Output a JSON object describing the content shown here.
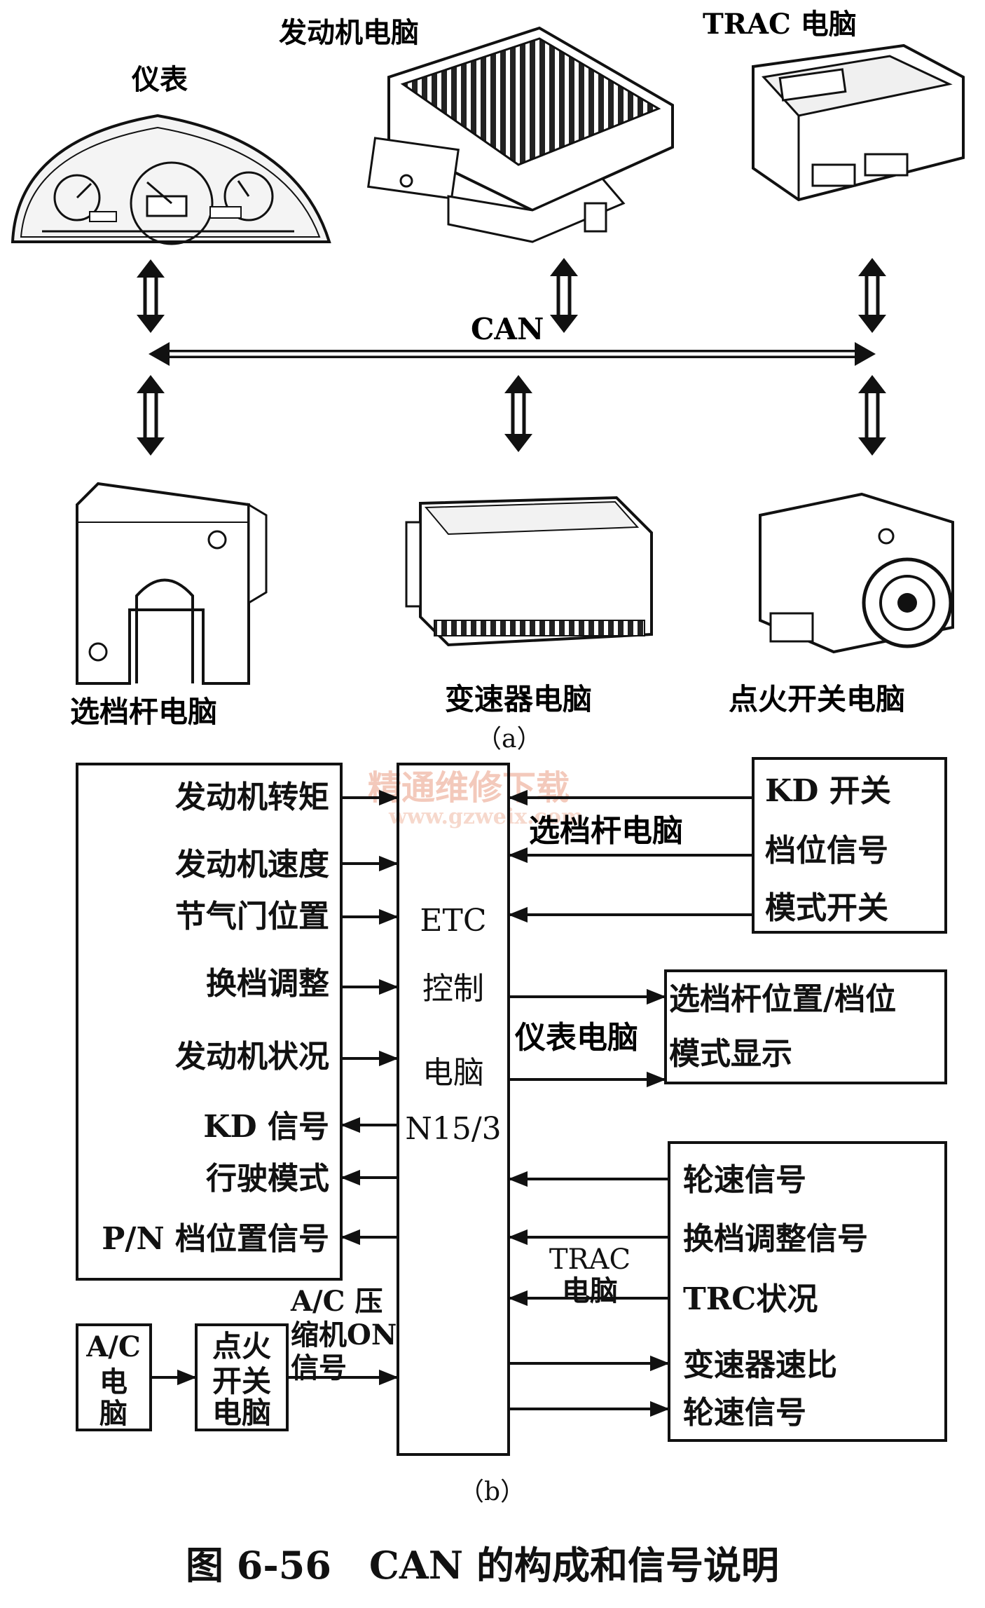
{
  "part_a": {
    "caption": "（a）",
    "bus_label": "CAN",
    "devices": {
      "instrument": "仪表",
      "engine_ecu": "发动机电脑",
      "trac_ecu": "TRAC 电脑",
      "shift_lever_ecu": "选档杆电脑",
      "transmission_ecu": "变速器电脑",
      "ignition_switch_ecu": "点火开关电脑"
    }
  },
  "part_b": {
    "caption": "（b）",
    "etc_ecu_lines": [
      "ETC",
      "控制",
      "电脑",
      "N15/3"
    ],
    "engine_signals": [
      "发动机转矩",
      "发动机速度",
      "节气门位置",
      "换档调整",
      "发动机状况",
      "KD 信号",
      "行驶模式",
      "P/N 档位置信号"
    ],
    "shift_lever_label": "选档杆电脑",
    "shift_lever_signals": [
      "KD 开关",
      "档位信号",
      "模式开关"
    ],
    "instrument_label": "仪表电脑",
    "instrument_signals": [
      "选档杆位置/档位",
      "模式显示"
    ],
    "trac_label_lines": [
      "TRAC",
      "电脑"
    ],
    "trac_signals": [
      "轮速信号",
      "换档调整信号",
      "TRC状况",
      "变速器速比",
      "轮速信号"
    ],
    "ac_ecu_lines": [
      "A/C",
      "电",
      "脑"
    ],
    "ignition_ecu_lines": [
      "点火",
      "开关",
      "电脑"
    ],
    "ac_signal_lines": [
      "A/C 压",
      "缩机ON",
      "信号"
    ]
  },
  "watermark": {
    "line1": "精通维修下载",
    "line2": "www.gzweix.com"
  },
  "figure_caption": "图 6-56　CAN 的构成和信号说明"
}
